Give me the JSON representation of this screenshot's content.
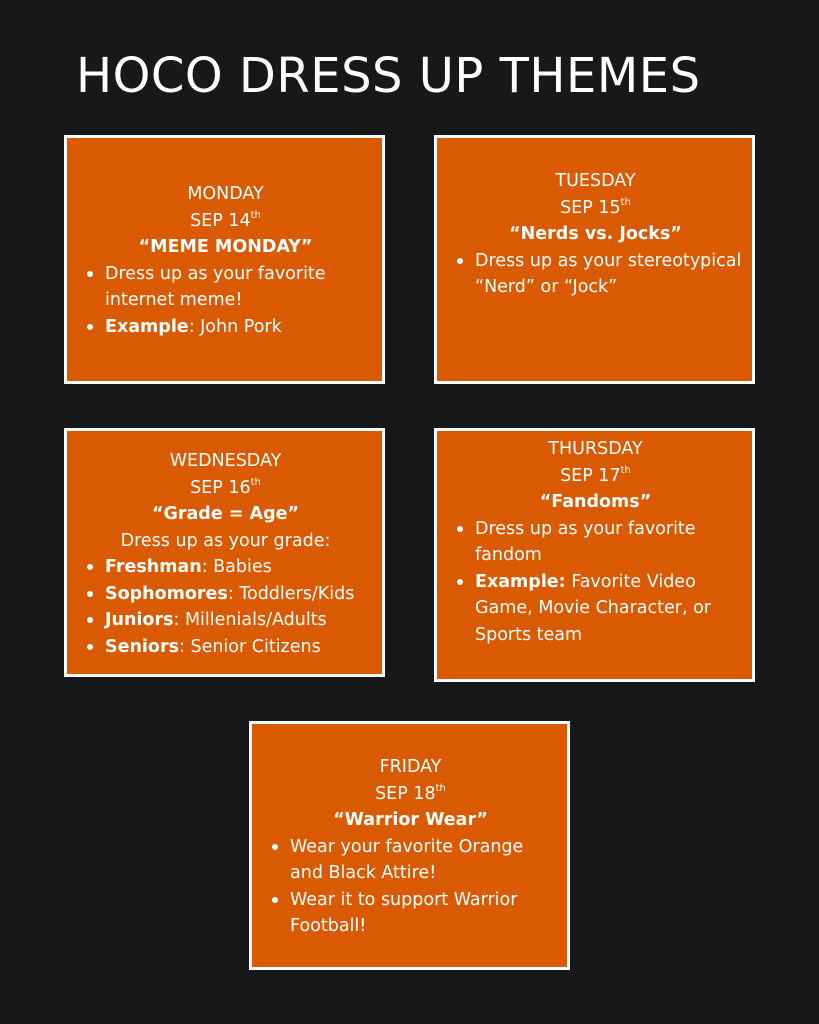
{
  "title": "HOCO DRESS UP THEMES",
  "days": [
    {
      "day": "MONDAY",
      "date": "SEP 14",
      "suffix": "th",
      "theme": "“MEME MONDAY”",
      "bullets": [
        {
          "bold": "",
          "text": "Dress up as your favorite internet meme!"
        },
        {
          "bold": "Example",
          "text": ": John Pork"
        }
      ]
    },
    {
      "day": "TUESDAY",
      "date": "SEP 15",
      "suffix": "th",
      "theme": "“Nerds vs. Jocks”",
      "bullets": [
        {
          "bold": "",
          "text": "Dress up as your stereotypical “Nerd” or “Jock”"
        }
      ]
    },
    {
      "day": "WEDNESDAY",
      "date": "SEP 16",
      "suffix": "th",
      "theme": "“Grade = Age”",
      "intro": "Dress up as your grade:",
      "bullets": [
        {
          "bold": "Freshman",
          "text": ": Babies"
        },
        {
          "bold": "Sophomores",
          "text": ": Toddlers/Kids"
        },
        {
          "bold": "Juniors",
          "text": ": Millenials/Adults"
        },
        {
          "bold": "Seniors",
          "text": ": Senior Citizens"
        }
      ]
    },
    {
      "day": "THURSDAY",
      "date": "SEP 17",
      "suffix": "th",
      "theme": "“Fandoms”",
      "bullets": [
        {
          "bold": "",
          "text": "Dress up as your favorite fandom"
        },
        {
          "bold": "Example:",
          "text": " Favorite Video Game, Movie Character, or Sports team"
        }
      ]
    },
    {
      "day": "FRIDAY",
      "date": "SEP 18",
      "suffix": "th",
      "theme": "“Warrior Wear”",
      "bullets": [
        {
          "bold": "",
          "text": "Wear your favorite Orange and Black Attire!"
        },
        {
          "bold": "",
          "text": "Wear it to support Warrior Football!"
        }
      ]
    }
  ]
}
